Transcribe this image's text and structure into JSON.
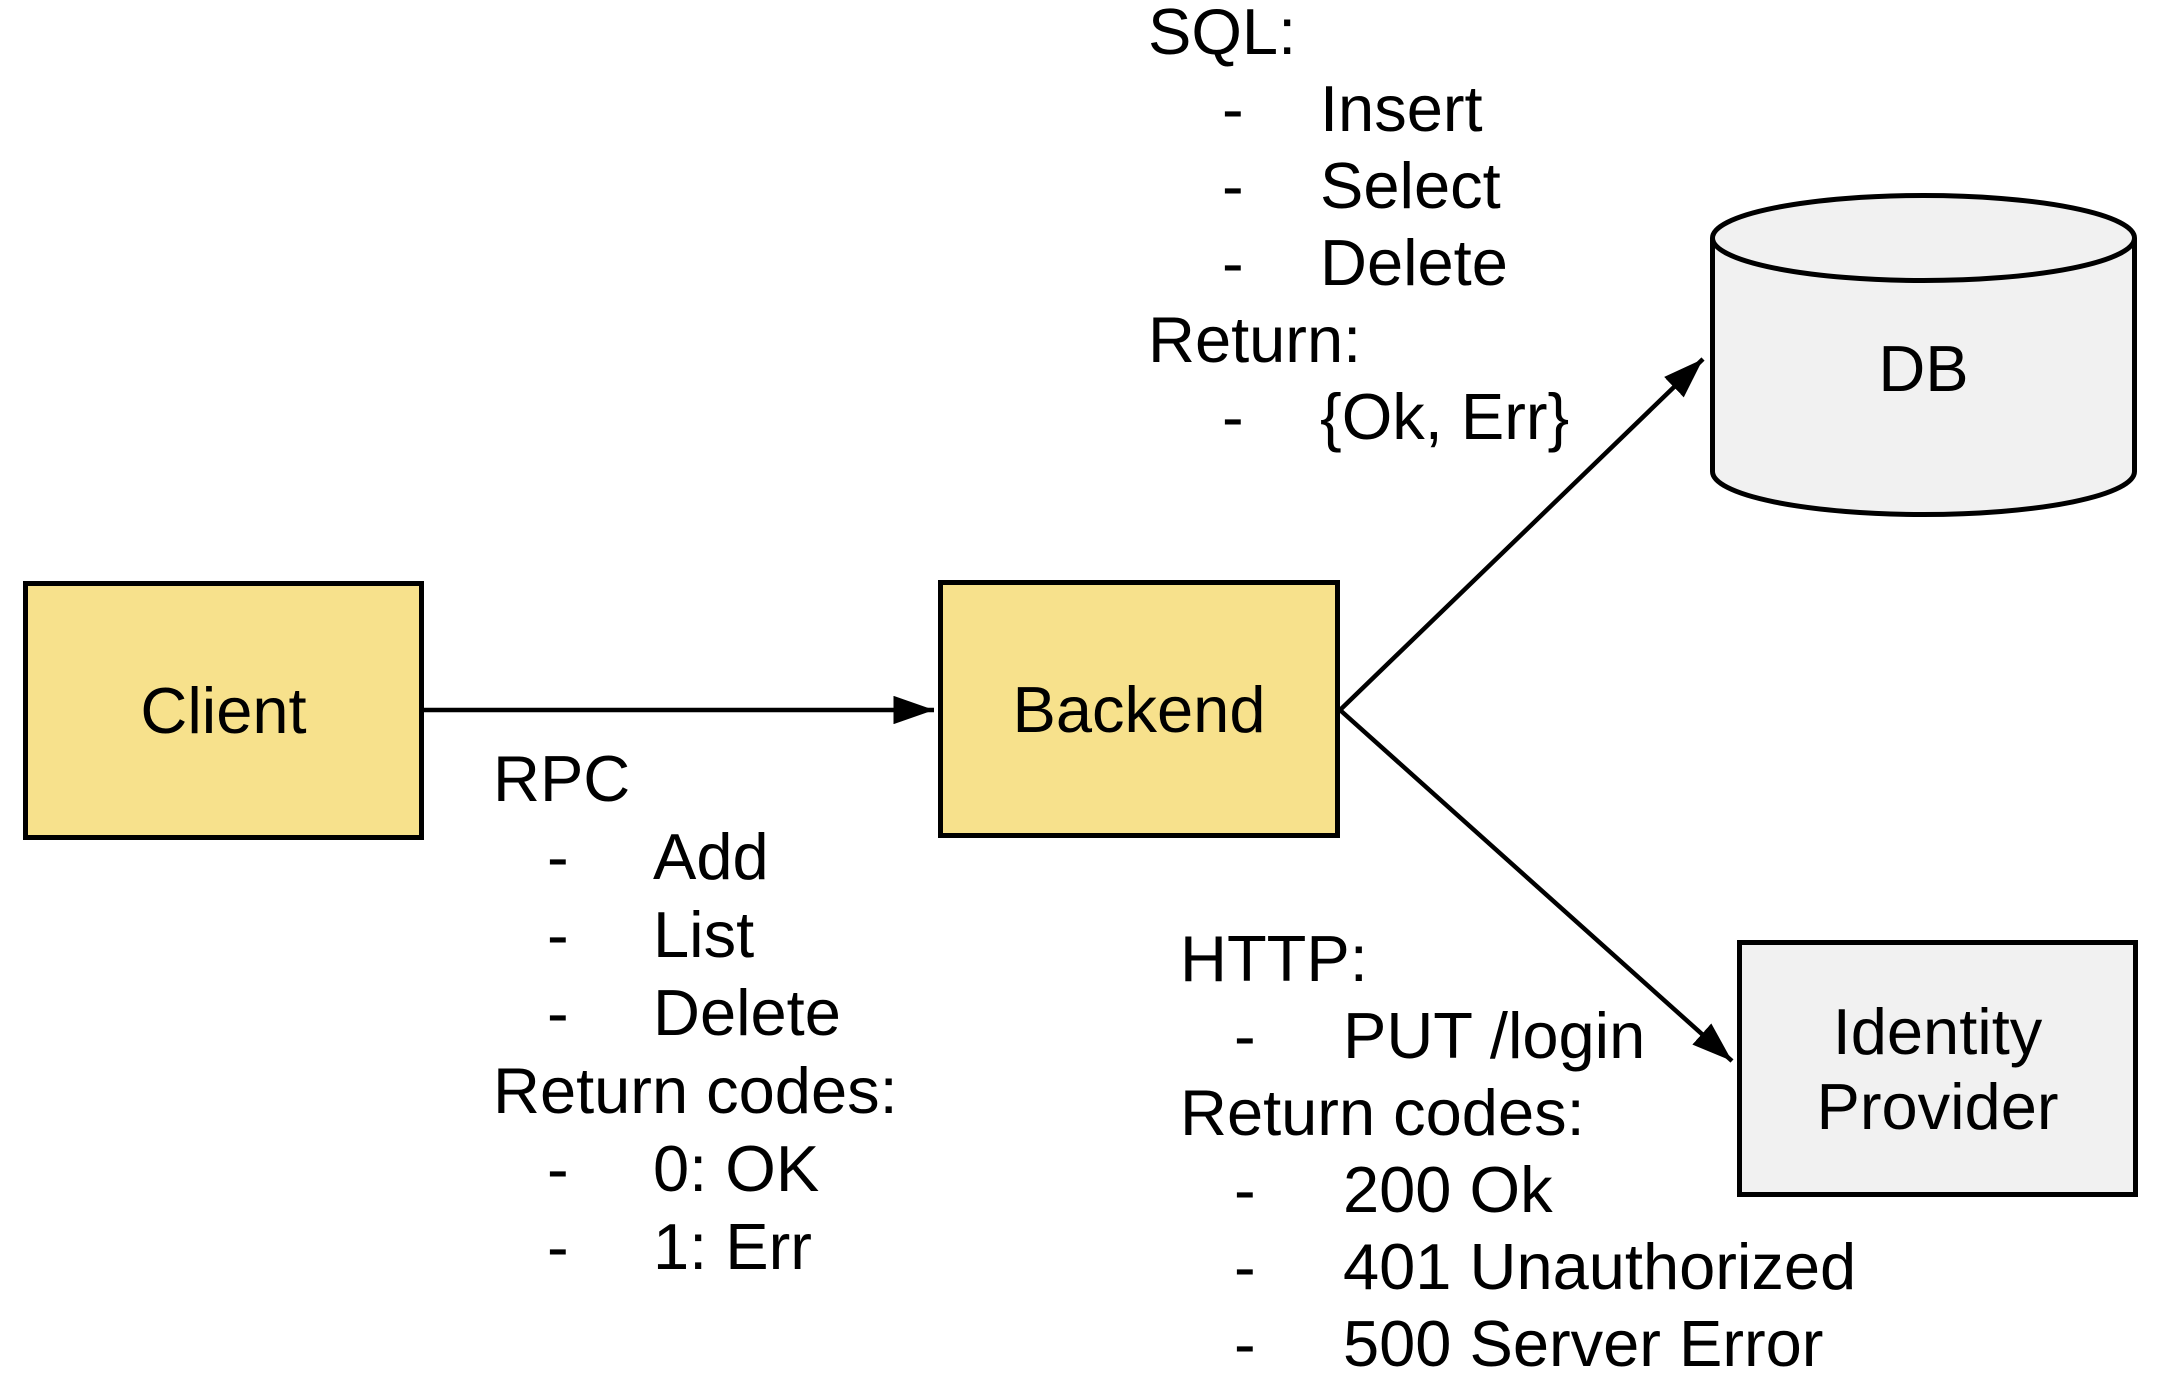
{
  "nodes": {
    "client": {
      "label": "Client"
    },
    "backend": {
      "label": "Backend"
    },
    "db": {
      "label": "DB"
    },
    "identity_provider": {
      "label_line1": "Identity",
      "label_line2": "Provider"
    }
  },
  "annotations": {
    "sql": {
      "title": "SQL:",
      "items": [
        "Insert",
        "Select",
        "Delete"
      ],
      "return_title": "Return:",
      "return_items": [
        "{Ok, Err}"
      ]
    },
    "rpc": {
      "title": "RPC",
      "items": [
        "Add",
        "List",
        "Delete"
      ],
      "return_title": "Return codes:",
      "return_items": [
        "0: OK",
        "1: Err"
      ]
    },
    "http": {
      "title": "HTTP:",
      "items": [
        "PUT /login"
      ],
      "return_title": "Return codes:",
      "return_items": [
        "200 Ok",
        "401 Unauthorized",
        "500 Server Error"
      ]
    }
  },
  "bullet": "-",
  "colors": {
    "node_yellow": "#f7e18c",
    "node_gray": "#f1f1f1",
    "border": "#000000",
    "background": "#ffffff",
    "text": "#000000"
  }
}
